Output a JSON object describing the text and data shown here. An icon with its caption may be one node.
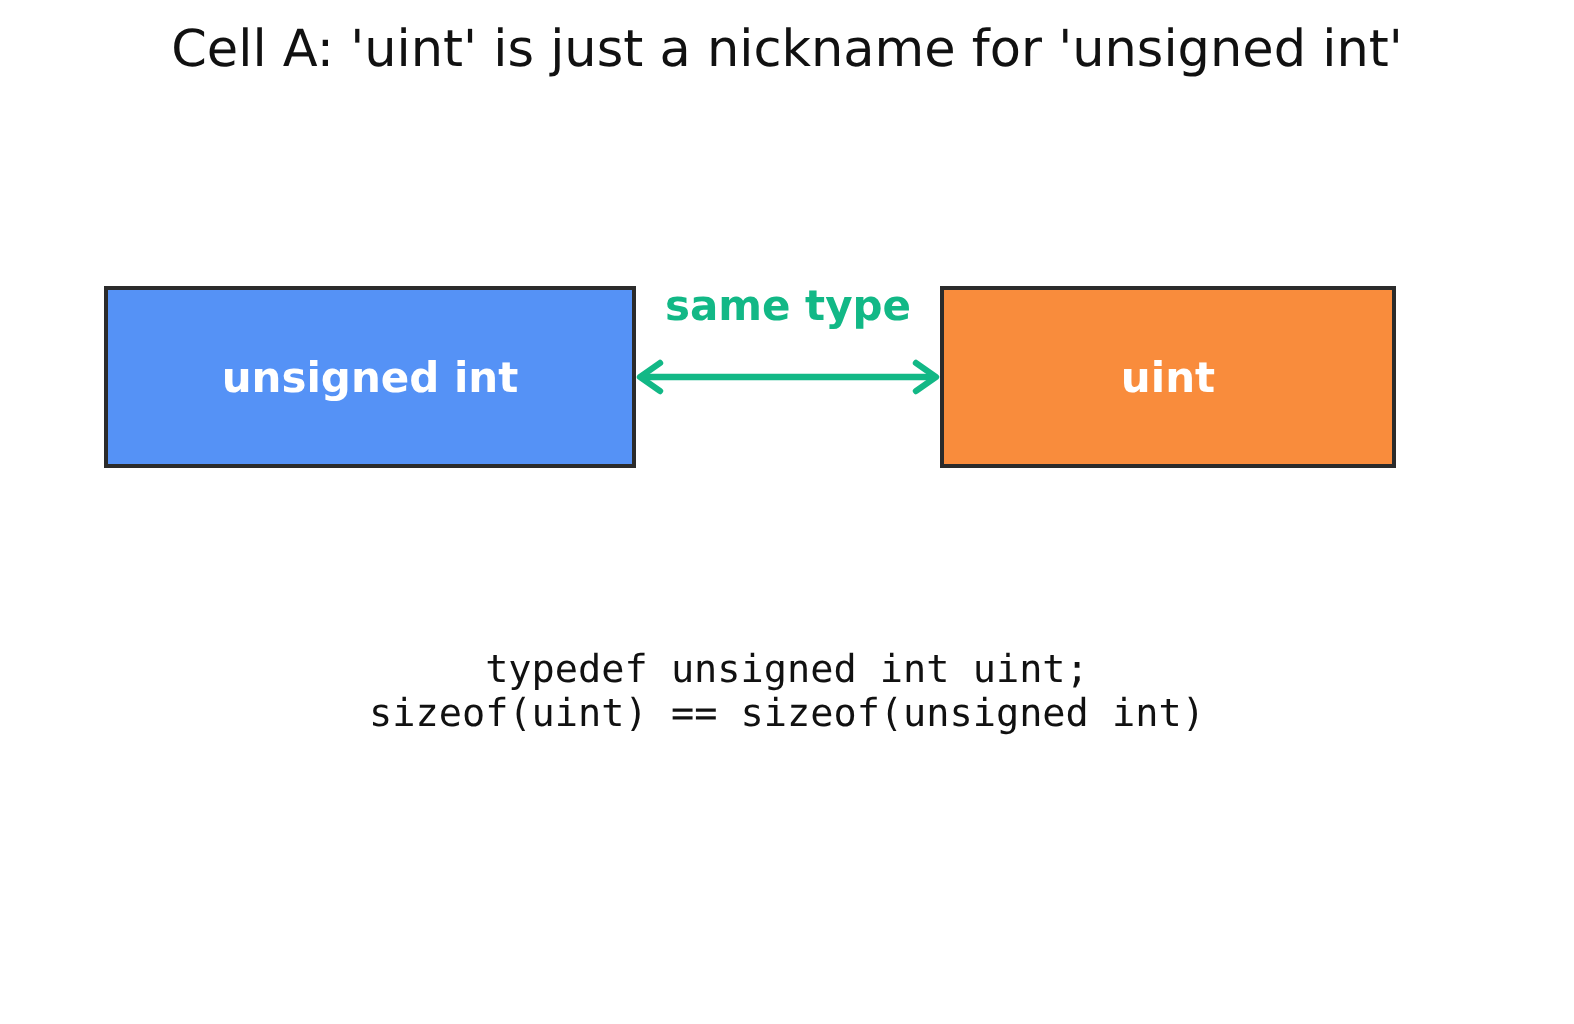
{
  "diagram": {
    "title": "Cell A: 'uint' is just a nickname for 'unsigned int'",
    "nodes": [
      {
        "text": [
          "unsigned int"
        ]
      },
      {
        "text": [
          "uint"
        ]
      }
    ],
    "edges": [
      {
        "from": 0,
        "to": 1,
        "arrow": "both",
        "label": "same type",
        "color": "#12b886"
      }
    ],
    "labels": [
      "typedef unsigned int uint;",
      "sizeof(uint) == sizeof(unsigned int)"
    ]
  }
}
